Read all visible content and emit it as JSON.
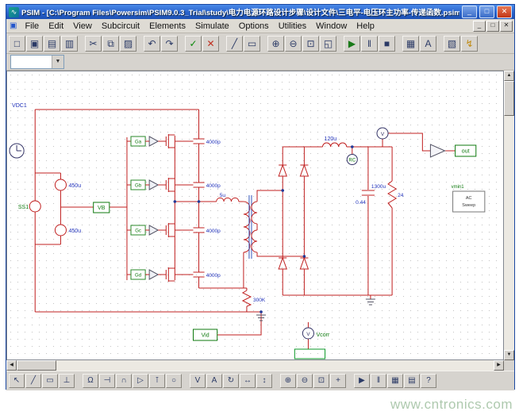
{
  "window": {
    "title": "PSIM - [C:\\Program Files\\Powersim\\PSIM9.0.3_Trial\\study\\电力电源环路设计步骤\\设计文件\\三电平-电压环主功率-传递函数.psimsch*]",
    "minimize_glyph": "_",
    "maximize_glyph": "□",
    "close_glyph": "✕"
  },
  "icons": {
    "app": "∿",
    "doc": "▣"
  },
  "menu": {
    "items": [
      {
        "name": "file",
        "label": "File"
      },
      {
        "name": "edit",
        "label": "Edit"
      },
      {
        "name": "view",
        "label": "View"
      },
      {
        "name": "subcircuit",
        "label": "Subcircuit"
      },
      {
        "name": "elements",
        "label": "Elements"
      },
      {
        "name": "simulate",
        "label": "Simulate"
      },
      {
        "name": "options",
        "label": "Options"
      },
      {
        "name": "utilities",
        "label": "Utilities"
      },
      {
        "name": "window",
        "label": "Window"
      },
      {
        "name": "help",
        "label": "Help"
      }
    ],
    "child_min": "_",
    "child_restore": "□",
    "child_close": "✕"
  },
  "toolbar1": [
    {
      "name": "new",
      "glyph": "□"
    },
    {
      "name": "open",
      "glyph": "▣"
    },
    {
      "name": "save",
      "glyph": "▤"
    },
    {
      "name": "print",
      "glyph": "▥"
    },
    {
      "name": "cut",
      "glyph": "✂"
    },
    {
      "name": "copy",
      "glyph": "⧉"
    },
    {
      "name": "paste",
      "glyph": "▨"
    },
    {
      "name": "undo",
      "glyph": "↶"
    },
    {
      "name": "redo",
      "glyph": "↷"
    },
    {
      "name": "confirm",
      "glyph": "✓"
    },
    {
      "name": "cancel",
      "glyph": "✕"
    },
    {
      "name": "wire",
      "glyph": "╱"
    },
    {
      "name": "label",
      "glyph": "▭"
    },
    {
      "name": "zoom-in",
      "glyph": "⊕"
    },
    {
      "name": "zoom-out",
      "glyph": "⊖"
    },
    {
      "name": "zoom-window",
      "glyph": "⊡"
    },
    {
      "name": "zoom-fit",
      "glyph": "◱"
    },
    {
      "name": "run-simulation",
      "glyph": "▶"
    },
    {
      "name": "pause",
      "glyph": "‖"
    },
    {
      "name": "stop",
      "glyph": "■"
    },
    {
      "name": "simview",
      "glyph": "▦"
    },
    {
      "name": "text",
      "glyph": "A"
    },
    {
      "name": "elements",
      "glyph": "▧"
    },
    {
      "name": "probe",
      "glyph": "↯"
    }
  ],
  "combo": {
    "value": "",
    "arrow_glyph": "▼"
  },
  "scroll": {
    "up": "▲",
    "down": "▼",
    "left": "◀",
    "right": "▶"
  },
  "bottom_toolbar": [
    {
      "name": "select",
      "glyph": "↖"
    },
    {
      "name": "wire",
      "glyph": "╱"
    },
    {
      "name": "label",
      "glyph": "▭"
    },
    {
      "name": "ground",
      "glyph": "⊥"
    },
    {
      "name": "resistor",
      "glyph": "Ω"
    },
    {
      "name": "capacitor",
      "glyph": "⊣"
    },
    {
      "name": "inductor",
      "glyph": "∩"
    },
    {
      "name": "diode",
      "glyph": "▷"
    },
    {
      "name": "mosfet",
      "glyph": "⊺"
    },
    {
      "name": "source",
      "glyph": "○"
    },
    {
      "name": "voltage-probe",
      "glyph": "V"
    },
    {
      "name": "current-probe",
      "glyph": "A"
    },
    {
      "name": "rotate",
      "glyph": "↻"
    },
    {
      "name": "flip-h",
      "glyph": "↔"
    },
    {
      "name": "flip-v",
      "glyph": "↕"
    },
    {
      "name": "zoom-in",
      "glyph": "⊕"
    },
    {
      "name": "zoom-out",
      "glyph": "⊖"
    },
    {
      "name": "zoom-window",
      "glyph": "⊡"
    },
    {
      "name": "pan",
      "glyph": "+"
    },
    {
      "name": "run",
      "glyph": "▶"
    },
    {
      "name": "pause",
      "glyph": "‖"
    },
    {
      "name": "simview",
      "glyph": "▦"
    },
    {
      "name": "scope",
      "glyph": "▤"
    },
    {
      "name": "help",
      "glyph": "?"
    }
  ],
  "schematic": {
    "vdc_label": "VDC1",
    "ss_label": "SS1",
    "bus_cap_top": "450u",
    "bus_cap_bottom": "450u",
    "vb_label": "VB",
    "gate_a": "Ga",
    "gate_b": "Gb",
    "gate_c": "Gc",
    "gate_d": "Gd",
    "cap1": "4000p",
    "cap2": "4000p",
    "cap3": "4000p",
    "cap4": "4000p",
    "series_ind": "5u",
    "out_ind": "120u",
    "rc_label": "RC",
    "sensor1": "V",
    "sensor2": "V",
    "out_cap": "1300u",
    "esr": "0.44",
    "load_res": "24",
    "fb_res": "300K",
    "out_label": "out",
    "vmin_label": "vmin1",
    "ac_line1": "AC",
    "ac_line2": "Sweep",
    "vid_label": "Vid",
    "vcorr_label": "Vcorr"
  },
  "watermark": "www.cntronics.com"
}
